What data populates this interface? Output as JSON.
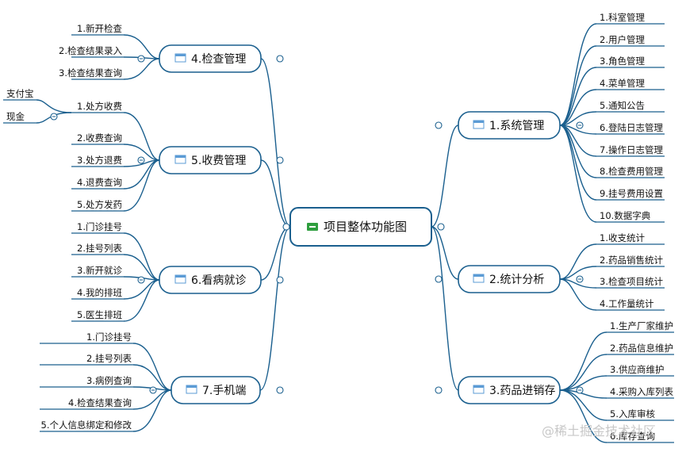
{
  "root": {
    "label": "项目整体功能图"
  },
  "branches": [
    {
      "label": "1.系统管理",
      "items": [
        "1.科室管理",
        "2.用户管理",
        "3.角色管理",
        "4.菜单管理",
        "5.通知公告",
        "6.登陆日志管理",
        "7.操作日志管理",
        "8.检查费用管理",
        "9.挂号费用设置",
        "10.数据字典"
      ]
    },
    {
      "label": "2.统计分析",
      "items": [
        "1.收支统计",
        "2.药品销售统计",
        "3.检查项目统计",
        "4.工作量统计"
      ]
    },
    {
      "label": "3.药品进销存",
      "items": [
        "1.生产厂家维护",
        "2.药品信息维护",
        "3.供应商维护",
        "4.采购入库列表",
        "5.入库审核",
        "6.库存查询"
      ]
    },
    {
      "label": "4.检查管理",
      "items": [
        "1.新开检查",
        "2.检查结果录入",
        "3.检查结果查询"
      ]
    },
    {
      "label": "5.收费管理",
      "items": [
        "1.处方收费",
        "2.收费查询",
        "3.处方退费",
        "4.退费查询",
        "5.处方发药"
      ],
      "sub_items": [
        "支付宝",
        "现金"
      ]
    },
    {
      "label": "6.看病就诊",
      "items": [
        "1.门诊挂号",
        "2.挂号列表",
        "3.新开就诊",
        "4.我的排班",
        "5.医生排班"
      ]
    },
    {
      "label": "7.手机端",
      "items": [
        "1.门诊挂号",
        "2.挂号列表",
        "3.病例查询",
        "4.检查结果查询",
        "5.个人信息绑定和修改"
      ]
    }
  ],
  "watermark": "@稀土掘金技术社区",
  "colors": {
    "line": "#1a5f8e",
    "icon": "#5b9bd5",
    "root_icon": "#2e9e3e"
  }
}
